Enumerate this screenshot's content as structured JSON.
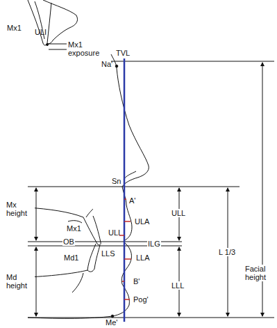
{
  "diagram": {
    "labels": [
      "Mx1",
      "ULI",
      "Mx1 exposure",
      "TVL",
      "Na'",
      "Facial height",
      "Sn",
      "A'",
      "Mx height",
      "ULL",
      "Mx1",
      "ULI",
      "ULA",
      "OB",
      "ILG",
      "Md1",
      "LLS",
      "LLA",
      "L 1/3",
      "Md height",
      "LLL",
      "B'",
      "Pog'",
      "Me'"
    ]
  }
}
